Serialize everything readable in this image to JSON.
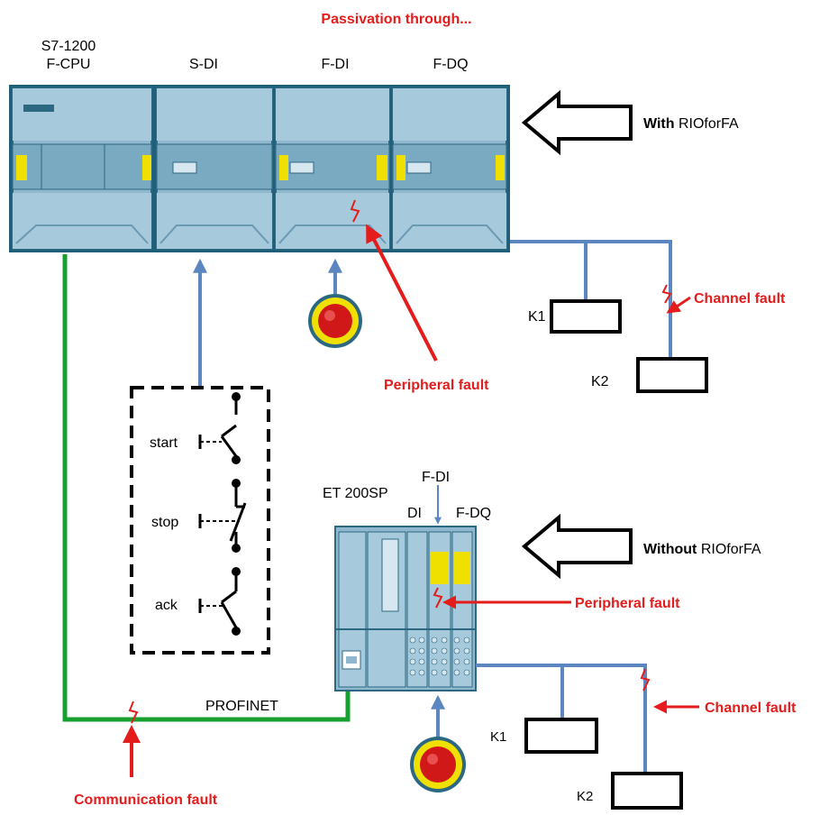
{
  "title": "Passivation through...",
  "top": {
    "module_labels": {
      "cpu_line1": "S7-1200",
      "cpu_line2": "F-CPU",
      "sdi": "S-DI",
      "fdi": "F-DI",
      "fdq": "F-DQ"
    },
    "with_bold": "With",
    "with_rest": " RIOforFA",
    "peripheral_fault": "Peripheral fault",
    "channel_fault": "Channel fault",
    "k1": "K1",
    "k2": "K2"
  },
  "switches": {
    "start": "start",
    "stop": "stop",
    "ack": "ack"
  },
  "bottom": {
    "et200sp": "ET 200SP",
    "fdi": "F-DI",
    "di": "DI",
    "fdq": "F-DQ",
    "without_bold": "Without",
    "without_rest": " RIOforFA",
    "peripheral_fault": "Peripheral fault",
    "channel_fault": "Channel fault",
    "k1": "K1",
    "k2": "K2",
    "profinet": "PROFINET",
    "communication_fault": "Communication fault"
  },
  "colors": {
    "fault_red": "#e41c1c",
    "wire_blue": "#5b86c0",
    "profinet_green": "#17a030",
    "module_body": "#8fb8cf",
    "module_border": "#2d6882",
    "safety_yellow": "#f0e000"
  }
}
